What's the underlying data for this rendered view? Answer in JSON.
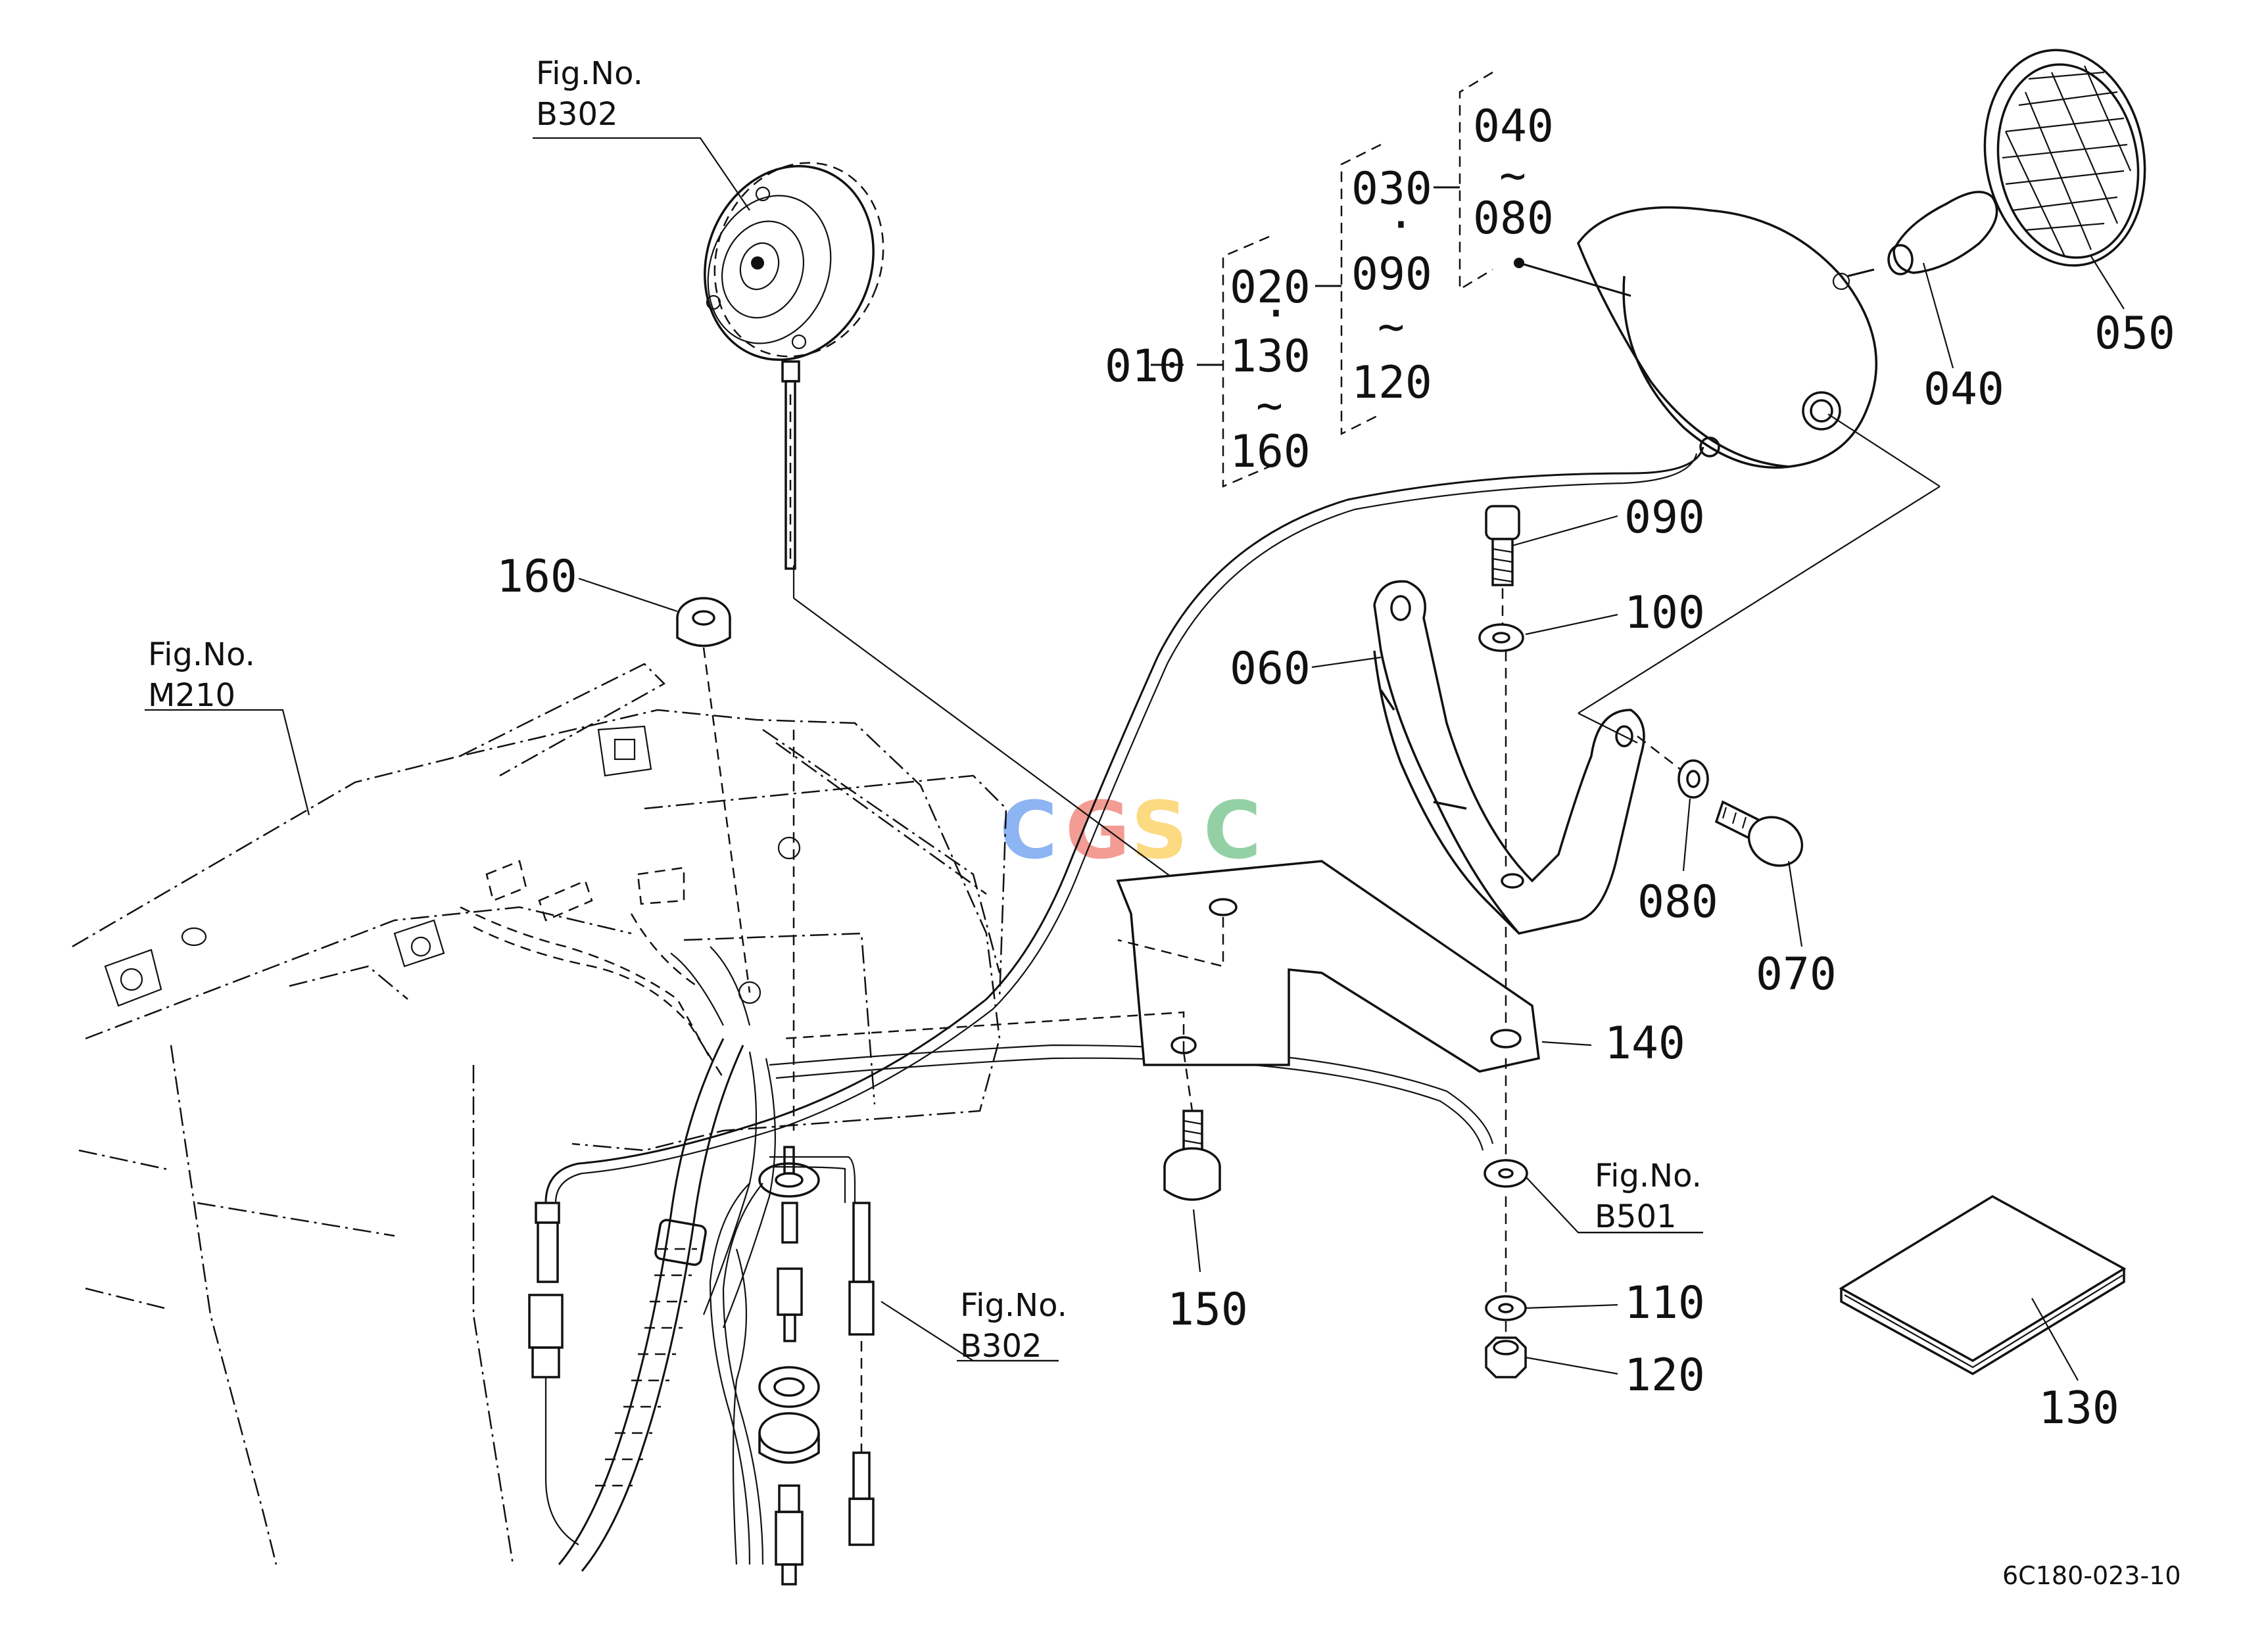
{
  "watermark": {
    "letters": [
      "C",
      "G",
      "S",
      "C"
    ],
    "colors": [
      "#7aa7f2",
      "#f28b82",
      "#fbd46d",
      "#81c995"
    ]
  },
  "fig_refs": {
    "b302_top": {
      "line1": "Fig.No.",
      "line2": "B302"
    },
    "m210": {
      "line1": "Fig.No.",
      "line2": "M210"
    },
    "b302_bottom": {
      "line1": "Fig.No.",
      "line2": "B302"
    },
    "b501": {
      "line1": "Fig.No.",
      "line2": "B501"
    }
  },
  "group_labels": {
    "g010": "010",
    "g020": "020",
    "g130": "130",
    "g160": "160",
    "g030": "030",
    "g090": "090",
    "g120": "120",
    "g040": "040",
    "g080": "080",
    "dot": "·",
    "tilde": "~"
  },
  "part_labels": {
    "p040": "040",
    "p050": "050",
    "p090": "090",
    "p100": "100",
    "p060": "060",
    "p160": "160",
    "p080": "080",
    "p070": "070",
    "p140": "140",
    "p150": "150",
    "p110": "110",
    "p120": "120",
    "p130": "130"
  },
  "drawing_code": "6C180-023-10"
}
